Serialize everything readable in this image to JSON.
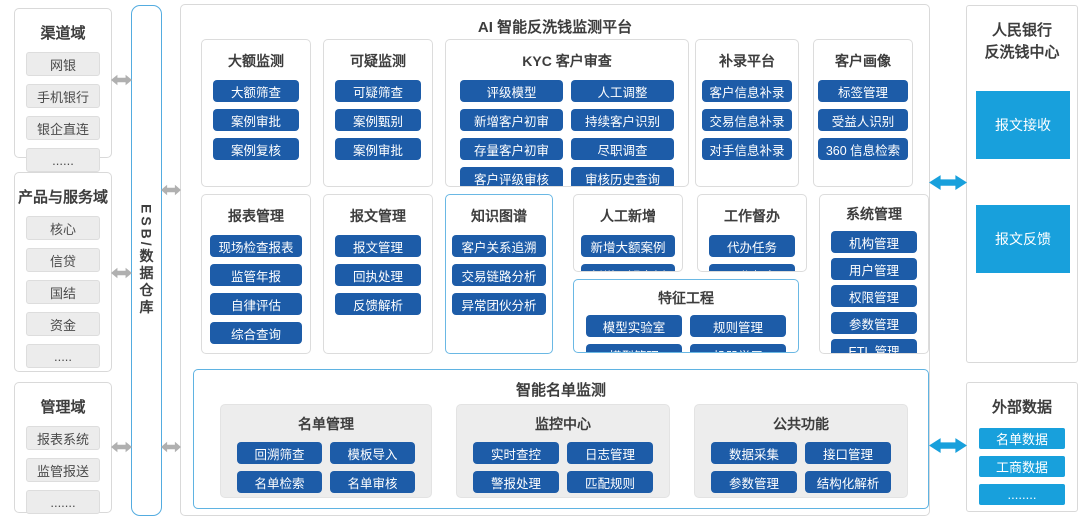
{
  "colors": {
    "module_blue": "#1d5ca8",
    "bright_blue": "#18a0dc",
    "blue_border": "#5fb3e2",
    "gray_arrow": "#b0b0b0"
  },
  "left": {
    "panels": [
      {
        "title": "渠道域",
        "items": [
          "网银",
          "手机银行",
          "银企直连",
          "......"
        ]
      },
      {
        "title": "产品与服务域",
        "items": [
          "核心",
          "信贷",
          "国结",
          "资金",
          "....."
        ]
      },
      {
        "title": "管理域",
        "items": [
          "报表系统",
          "监管报送",
          "......."
        ]
      }
    ]
  },
  "esb": {
    "label": "ESB/数据仓库"
  },
  "platform": {
    "title": "AI 智能反洗钱监测平台",
    "sections": [
      {
        "title": "大额监测",
        "items": [
          "大额筛查",
          "案例审批",
          "案例复核"
        ]
      },
      {
        "title": "可疑监测",
        "items": [
          "可疑筛查",
          "案例甄别",
          "案例审批"
        ]
      },
      {
        "title": "KYC 客户审查",
        "items": [
          "评级模型",
          "人工调整",
          "新增客户初审",
          "持续客户识别",
          "存量客户初审",
          "尽职调查",
          "客户评级审核",
          "审核历史查询"
        ]
      },
      {
        "title": "补录平台",
        "items": [
          "客户信息补录",
          "交易信息补录",
          "对手信息补录"
        ]
      },
      {
        "title": "客户画像",
        "items": [
          "标签管理",
          "受益人识别",
          "360 信息检索"
        ]
      },
      {
        "title": "报表管理",
        "items": [
          "现场检查报表",
          "监管年报",
          "自律评估",
          "综合查询"
        ]
      },
      {
        "title": "报文管理",
        "items": [
          "报文管理",
          "回执处理",
          "反馈解析"
        ]
      },
      {
        "title": "知识图谱",
        "items": [
          "客户关系追溯",
          "交易链路分析",
          "异常团伙分析"
        ]
      },
      {
        "title": "人工新增",
        "items": [
          "新增大额案例",
          "新增可疑案例"
        ]
      },
      {
        "title": "工作督办",
        "items": [
          "代办任务",
          "工作督办"
        ]
      },
      {
        "title": "特征工程",
        "items": [
          "模型实验室",
          "规则管理",
          "模型管理",
          "机器学习"
        ]
      },
      {
        "title": "系统管理",
        "items": [
          "机构管理",
          "用户管理",
          "权限管理",
          "参数管理",
          "ETL 管理"
        ]
      }
    ],
    "list_monitor": {
      "title": "智能名单监测",
      "groups": [
        {
          "title": "名单管理",
          "items": [
            "回溯筛查",
            "模板导入",
            "名单检索",
            "名单审核"
          ]
        },
        {
          "title": "监控中心",
          "items": [
            "实时查控",
            "日志管理",
            "警报处理",
            "匹配规则"
          ]
        },
        {
          "title": "公共功能",
          "items": [
            "数据采集",
            "接口管理",
            "参数管理",
            "结构化解析"
          ]
        }
      ]
    }
  },
  "right": {
    "pboc": {
      "title_line1": "人民银行",
      "title_line2": "反洗钱中心",
      "items": [
        "报文接收",
        "报文反馈"
      ]
    },
    "external": {
      "title": "外部数据",
      "items": [
        "名单数据",
        "工商数据",
        "........"
      ]
    }
  }
}
